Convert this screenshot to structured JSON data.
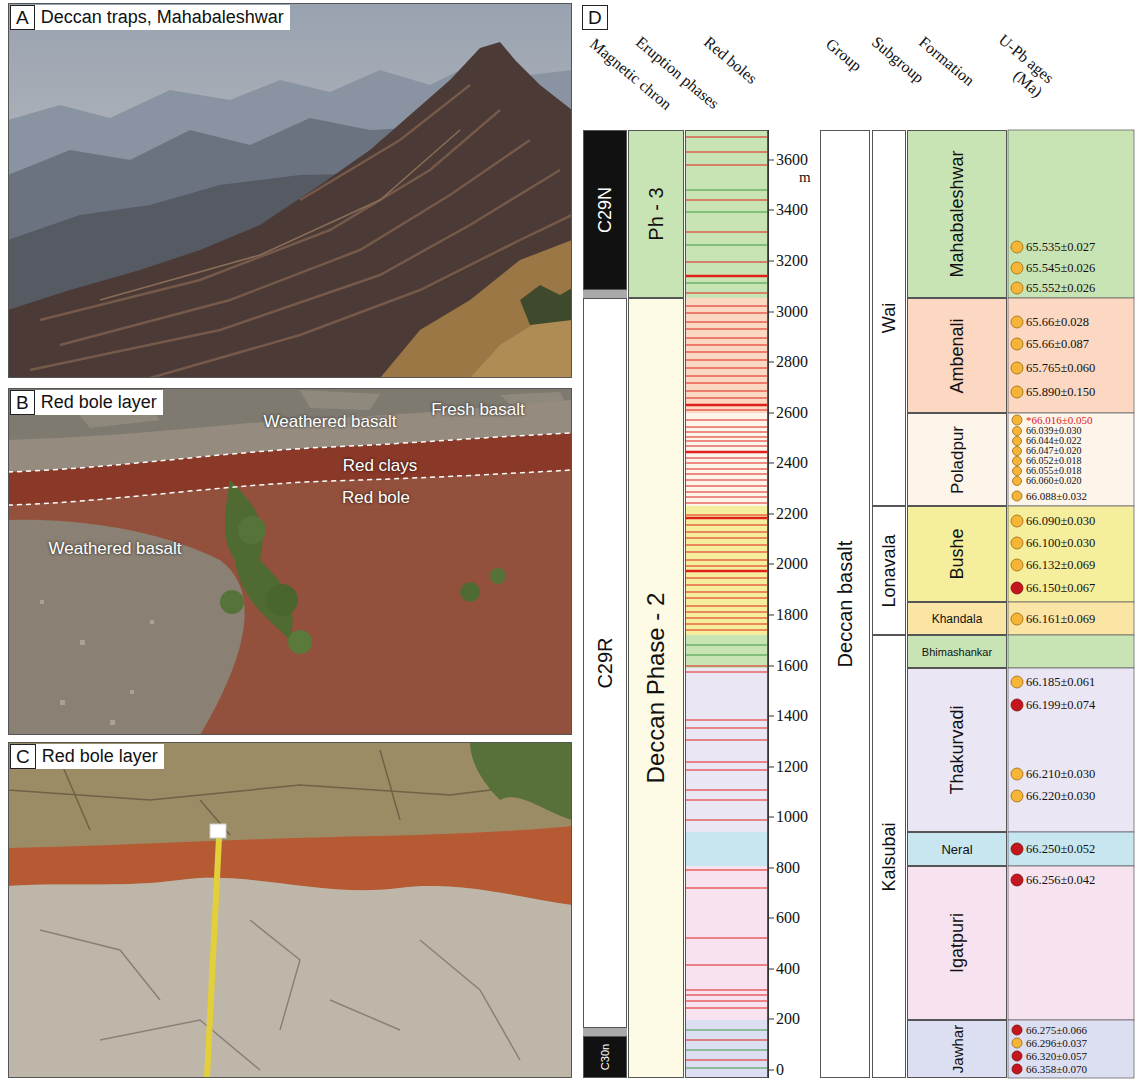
{
  "diagram": {
    "nodes": [
      {
        "text": [
          "A",
          "Deccan traps, Mahabaleshwar"
        ]
      },
      {
        "text": [
          "B",
          "Red bole layer"
        ]
      },
      {
        "text": [
          "C",
          "Red bole layer"
        ]
      },
      {
        "text": [
          "D"
        ]
      },
      {
        "text": [
          "C29N"
        ],
        "in": 3
      },
      {
        "text": [
          "C29R"
        ],
        "in": 3
      },
      {
        "text": [
          "C30n"
        ],
        "in": 3
      },
      {
        "text": [
          "Ph - 3"
        ],
        "in": 3
      },
      {
        "text": [
          "Deccan Phase - 2"
        ],
        "in": 3
      },
      {
        "text": [
          "Deccan basalt"
        ],
        "in": 3
      },
      {
        "text": [
          "Wai"
        ],
        "in": 3
      },
      {
        "text": [
          "Lonavala"
        ],
        "in": 3
      },
      {
        "text": [
          "Kalsubai"
        ],
        "in": 3
      },
      {
        "text": [
          "Mahabaleshwar"
        ],
        "in": 3
      },
      {
        "text": [
          "Ambenali"
        ],
        "in": 3
      },
      {
        "text": [
          "Poladpur"
        ],
        "in": 3
      },
      {
        "text": [
          "Bushe"
        ],
        "in": 3
      },
      {
        "text": [
          "Khandala"
        ],
        "in": 3
      },
      {
        "text": [
          "Bhimashankar"
        ],
        "in": 3
      },
      {
        "text": [
          "Thakurvadi"
        ],
        "in": 3
      },
      {
        "text": [
          "Neral"
        ],
        "in": 3
      },
      {
        "text": [
          "Igatpuri"
        ],
        "in": 3
      },
      {
        "text": [
          "Jawhar"
        ],
        "in": 3
      }
    ],
    "labels": [
      "Fresh basalt",
      "Weathered basalt",
      "Red clays",
      "Red bole",
      "Weathered basalt",
      "Magnetic chron",
      "Eruption phases",
      "Red boles",
      "Group",
      "Subgroup",
      "Formation",
      "U-Pb ages (Ma)",
      "3600",
      "m",
      "3400",
      "3200",
      "3000",
      "2800",
      "2600",
      "2400",
      "2200",
      "2000",
      "1800",
      "1600",
      "1400",
      "1200",
      "1000",
      "800",
      "600",
      "400",
      "200",
      "0",
      "65.535±0.027",
      "65.545±0.026",
      "65.552±0.026",
      "65.66±0.028",
      "65.66±0.087",
      "65.765±0.060",
      "65.890±0.150",
      "*66.016±0.050",
      "66.039±0.030",
      "66.044±0.022",
      "66.047±0.020",
      "66.052±0.018",
      "66.055±0.018",
      "66.060±0.020",
      "66.088±0.032",
      "66.090±0.030",
      "66.100±0.030",
      "66.132±0.069",
      "66.150±0.067",
      "66.161±0.069",
      "66.185±0.061",
      "66.199±0.074",
      "66.210±0.030",
      "66.220±0.030",
      "66.250±0.052",
      "66.256±0.042",
      "66.275±0.066",
      "66.296±0.037",
      "66.320±0.057",
      "66.358±0.070"
    ]
  }
}
